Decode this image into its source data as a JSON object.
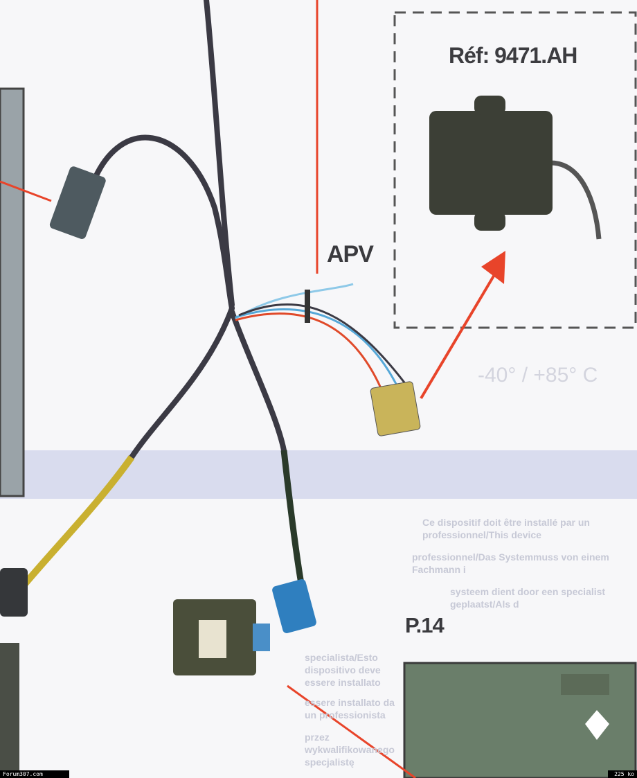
{
  "labels": {
    "reference": "Réf: 9471.AH",
    "apv": "APV",
    "page_ref": "P.14"
  },
  "faded_text": {
    "temperature": "-40° / +85° C",
    "lines": [
      "Ce dispositif doit être installé par un professionnel/This device",
      "professionnel/Das Systemmuss von einem Fachmann i",
      "systeem dient door een specialist geplaatst/Als d",
      "specialista/Esto dispositivo deve essere installato",
      "essere installato da un professionista",
      "przez wykwalifikowanego specjalistę"
    ]
  },
  "footer": {
    "site": "Forum307.com",
    "size": "225 ko"
  },
  "colors": {
    "arrow": "#e8442a",
    "cable": "#3b3a44",
    "module": "#3f4432",
    "connector_yellow": "#c9b45a",
    "connector_blue": "#2f7fbf"
  }
}
